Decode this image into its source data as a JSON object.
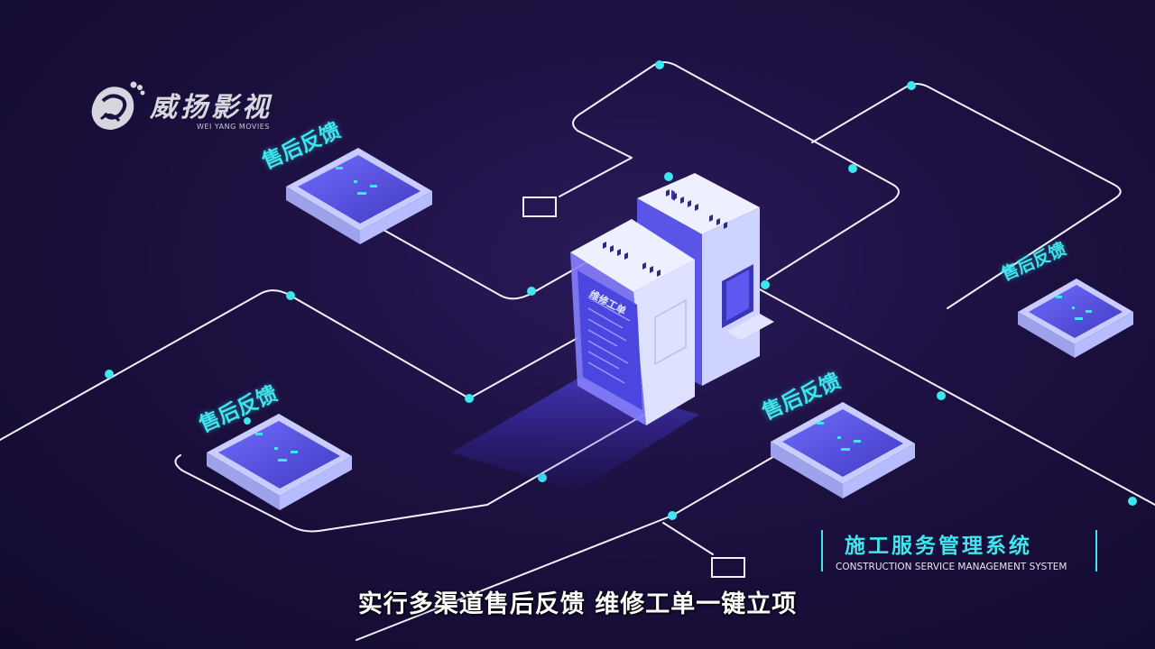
{
  "logo": {
    "name": "威扬影视",
    "subtitle": "WEI YANG MOVIES",
    "icon": "swirl-face-icon"
  },
  "feedback_nodes": {
    "top_left": "售后反馈",
    "bottom_left": "售后反馈",
    "center_right": "售后反馈",
    "far_right": "售后反馈"
  },
  "server": {
    "screen_title": "维修工单"
  },
  "system": {
    "title": "施工服务管理系统",
    "subtitle": "CONSTRUCTION SERVICE MANAGEMENT SYSTEM"
  },
  "caption": "实行多渠道售后反馈 维修工单一键立项",
  "colors": {
    "background": "#1c1040",
    "accent_cyan": "#3ee6ee",
    "tile_top": "#3b3fcf",
    "tile_rim": "#dfe2ff",
    "server_body": "#e8ebff",
    "line": "#ffffff"
  }
}
